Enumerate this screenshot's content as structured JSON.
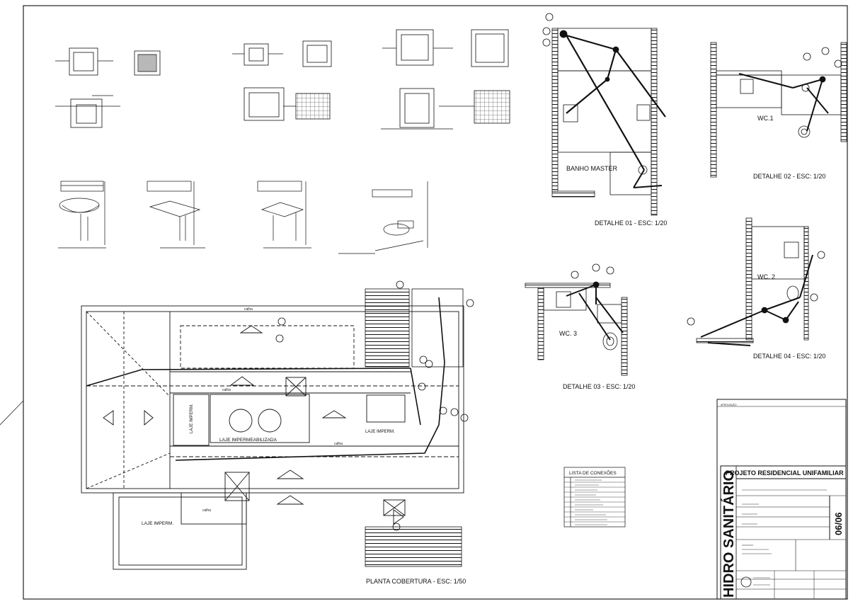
{
  "sheet": {
    "project_title": "PROJETO RESIDENCIAL UNIFAMILIAR",
    "discipline": "HIDRO SANITÁRIO",
    "sheet_number": "06/06",
    "approval_label": "APROVAÇÃO"
  },
  "details": {
    "d01": "DETALHE 01 - ESC: 1/20",
    "d02": "DETALHE 02 - ESC: 1/20",
    "d03": "DETALHE 03 - ESC: 1/20",
    "d04": "DETALHE 04 - ESC: 1/20"
  },
  "rooms": {
    "banho_master": "BANHO MASTER",
    "wc1": "WC.1",
    "wc2": "WC. 2",
    "wc3": "WC. 3"
  },
  "plan": {
    "caption": "PLANTA COBERTURA - ESC: 1/50",
    "laje_impermeabilizada": "LAJE IMPERMEABILIZADA",
    "laje_imperm": "LAJE IMPERM.",
    "laje_imperm_vertical": "LAJE IMPERM.",
    "calha": "calha"
  },
  "conexoes": {
    "title": "LISTA DE CONEXÕES"
  },
  "colors": {
    "line": "#111111",
    "frame": "#222222",
    "paper": "#ffffff"
  }
}
